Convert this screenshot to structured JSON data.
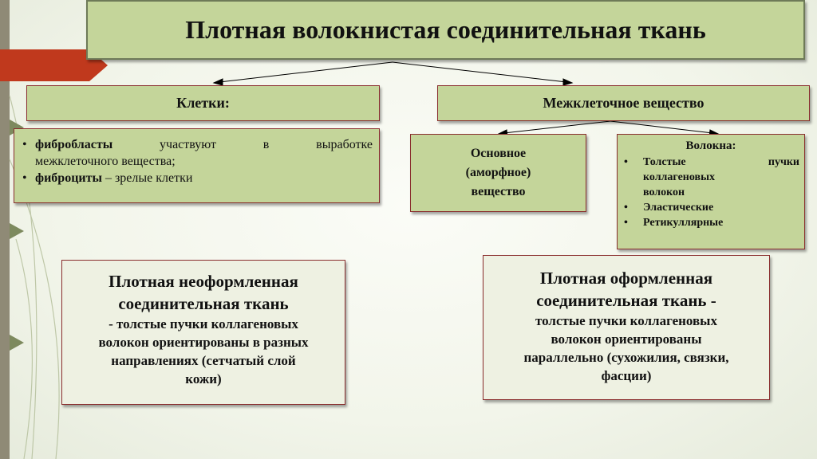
{
  "title": "Плотная волокнистая соединительная ткань",
  "cells": {
    "header": "Клетки:",
    "items": [
      {
        "term": "фибробласты",
        "words": [
          "участвуют",
          "в",
          "выработке"
        ],
        "cont": "межклеточного вещества;"
      },
      {
        "term": "фиброциты",
        "rest": " – зрелые клетки"
      }
    ]
  },
  "matrix": {
    "header": "Межклеточное вещество",
    "ground": [
      "Основное",
      "(аморфное)",
      "вещество"
    ],
    "fibers": {
      "title": "Волокна:",
      "items": [
        {
          "w1": "Толстые",
          "w2": "пучки",
          "cont": [
            "коллагеновых",
            "волокон"
          ]
        },
        {
          "text": "Эластические"
        },
        {
          "text": "Ретикуллярные"
        }
      ]
    }
  },
  "irregular": {
    "title_lines": [
      "Плотная неоформленная",
      "соединительная ткань"
    ],
    "desc_lines": [
      "- толстые пучки коллагеновых",
      "волокон ориентированы в разных",
      "направлениях (сетчатый слой",
      "кожи)"
    ]
  },
  "regular": {
    "title_lines": [
      "Плотная оформленная",
      "соединительная ткань -"
    ],
    "desc_lines": [
      "толстые пучки коллагеновых",
      "волокон ориентированы",
      "параллельно (сухожилия, связки,",
      "фасции)"
    ]
  },
  "colors": {
    "green_box": "#c4d59a",
    "light_box": "#eef1e2",
    "border": "#8a2e2e",
    "accent_red": "#c0391d",
    "left_bar": "#8f8a76"
  }
}
